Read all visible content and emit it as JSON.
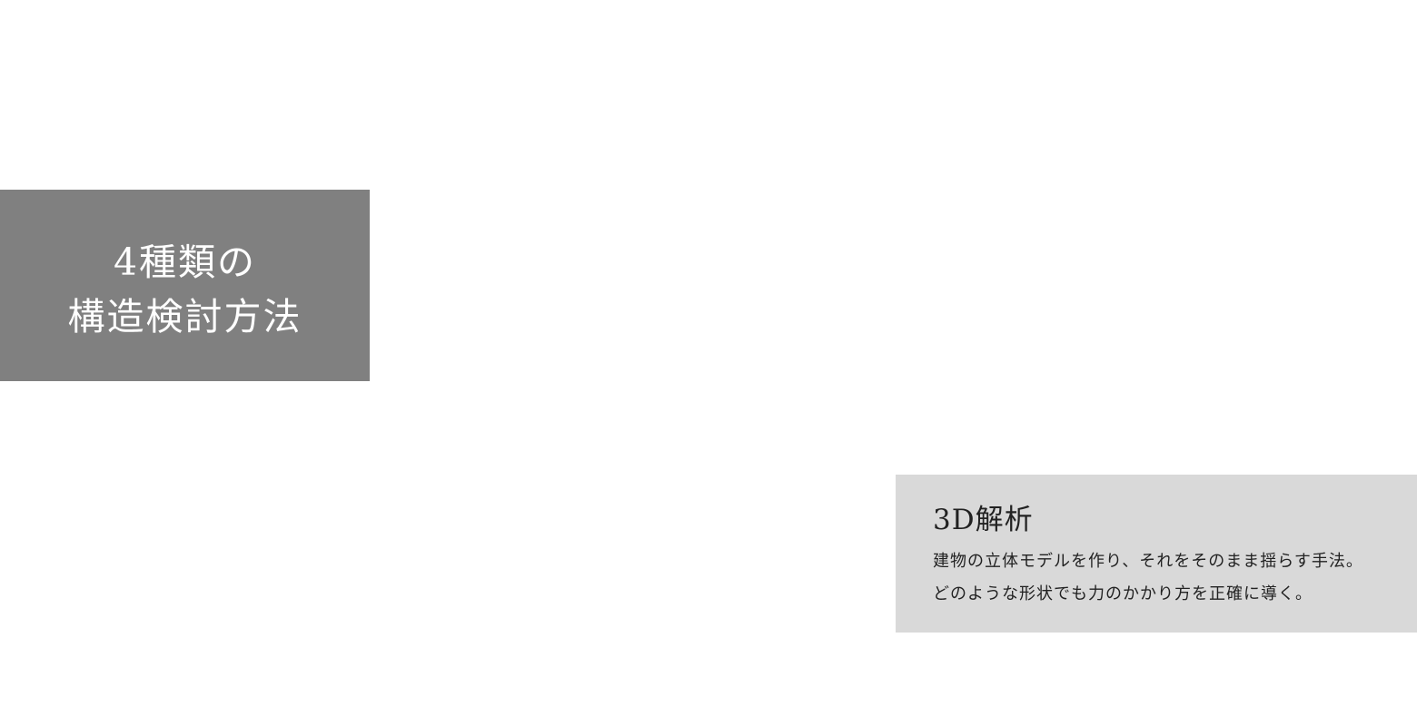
{
  "heading": {
    "line1": "4種類の",
    "line2": "構造検討方法"
  },
  "method": {
    "title": "3D解析",
    "description_line1": "建物の立体モデルを作り、それをそのまま揺らす手法。",
    "description_line2": "どのような形状でも力のかかり方を正確に導く。"
  },
  "colors": {
    "heading_panel_bg": "#808080",
    "card_bg": "#d9d9d9",
    "text_dark": "#222222",
    "text_light": "#ffffff"
  }
}
